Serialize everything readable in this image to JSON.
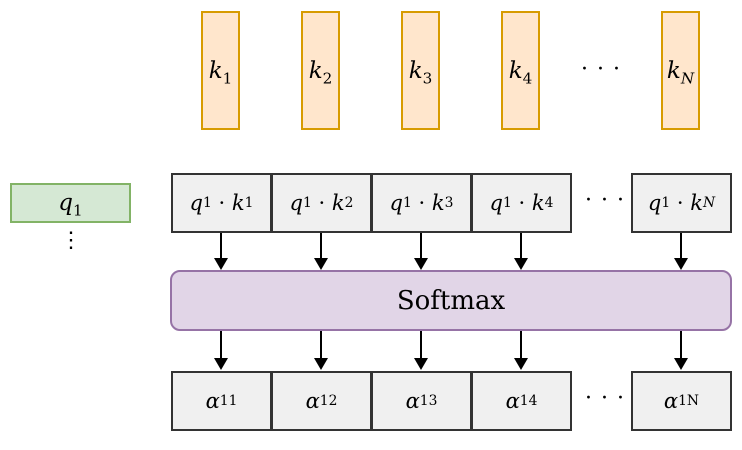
{
  "keys": [
    {
      "base": "k",
      "sub": "1"
    },
    {
      "base": "k",
      "sub": "2"
    },
    {
      "base": "k",
      "sub": "3"
    },
    {
      "base": "k",
      "sub": "4"
    },
    {
      "base": "k",
      "sub": "N"
    }
  ],
  "query": {
    "base": "q",
    "sub": "1"
  },
  "dot_products": [
    {
      "q": "q",
      "q_sub": "1",
      "op": "·",
      "k": "k",
      "k_sub": "1"
    },
    {
      "q": "q",
      "q_sub": "1",
      "op": "·",
      "k": "k",
      "k_sub": "2"
    },
    {
      "q": "q",
      "q_sub": "1",
      "op": "·",
      "k": "k",
      "k_sub": "3"
    },
    {
      "q": "q",
      "q_sub": "1",
      "op": "·",
      "k": "k",
      "k_sub": "4"
    },
    {
      "q": "q",
      "q_sub": "1",
      "op": "·",
      "k": "k",
      "k_sub": "N"
    }
  ],
  "softmax": {
    "label": "Softmax"
  },
  "alphas": [
    {
      "base": "α",
      "sub": "11"
    },
    {
      "base": "α",
      "sub": "12"
    },
    {
      "base": "α",
      "sub": "13"
    },
    {
      "base": "α",
      "sub": "14"
    },
    {
      "base": "α",
      "sub": "1N"
    }
  ],
  "ellipsis": "· · ·",
  "vertical_ellipsis": "⋮",
  "colors": {
    "key_fill": "#ffe6cc",
    "key_stroke": "#d79b00",
    "query_fill": "#d5e8d4",
    "query_stroke": "#82b366",
    "cell_fill": "#f0f0f0",
    "cell_stroke": "#333333",
    "softmax_fill": "#e1d5e7",
    "softmax_stroke": "#9673a6"
  }
}
